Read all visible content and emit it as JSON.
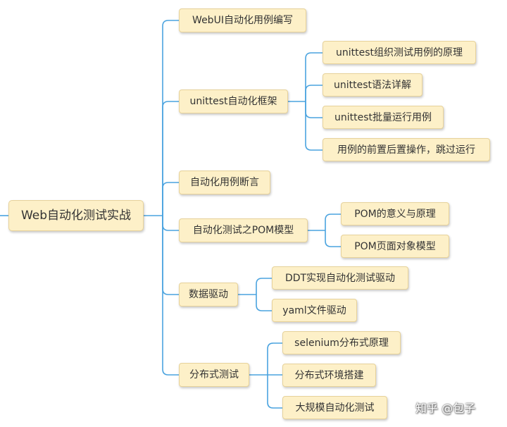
{
  "colors": {
    "link": "#4aa3df",
    "node_fill": "#fdf0c8",
    "node_border": "#e7d29a"
  },
  "root": {
    "label": "Web自动化测试实战"
  },
  "branches": [
    {
      "label": "WebUI自动化用例编写",
      "children": []
    },
    {
      "label": "unittest自动化框架",
      "children": [
        {
          "label": "unittest组织测试用例的原理"
        },
        {
          "label": "unittest语法详解"
        },
        {
          "label": "unittest批量运行用例"
        },
        {
          "label": "用例的前置后置操作，跳过运行"
        }
      ]
    },
    {
      "label": "自动化用例断言",
      "children": []
    },
    {
      "label": "自动化测试之POM模型",
      "children": [
        {
          "label": "POM的意义与原理"
        },
        {
          "label": "POM页面对象模型"
        }
      ]
    },
    {
      "label": "数据驱动",
      "children": [
        {
          "label": "DDT实现自动化测试驱动"
        },
        {
          "label": "yaml文件驱动"
        }
      ]
    },
    {
      "label": "分布式测试",
      "children": [
        {
          "label": "selenium分布式原理"
        },
        {
          "label": "分布式环境搭建"
        },
        {
          "label": "大规模自动化测试"
        }
      ]
    }
  ],
  "watermark": "知乎 @包子"
}
